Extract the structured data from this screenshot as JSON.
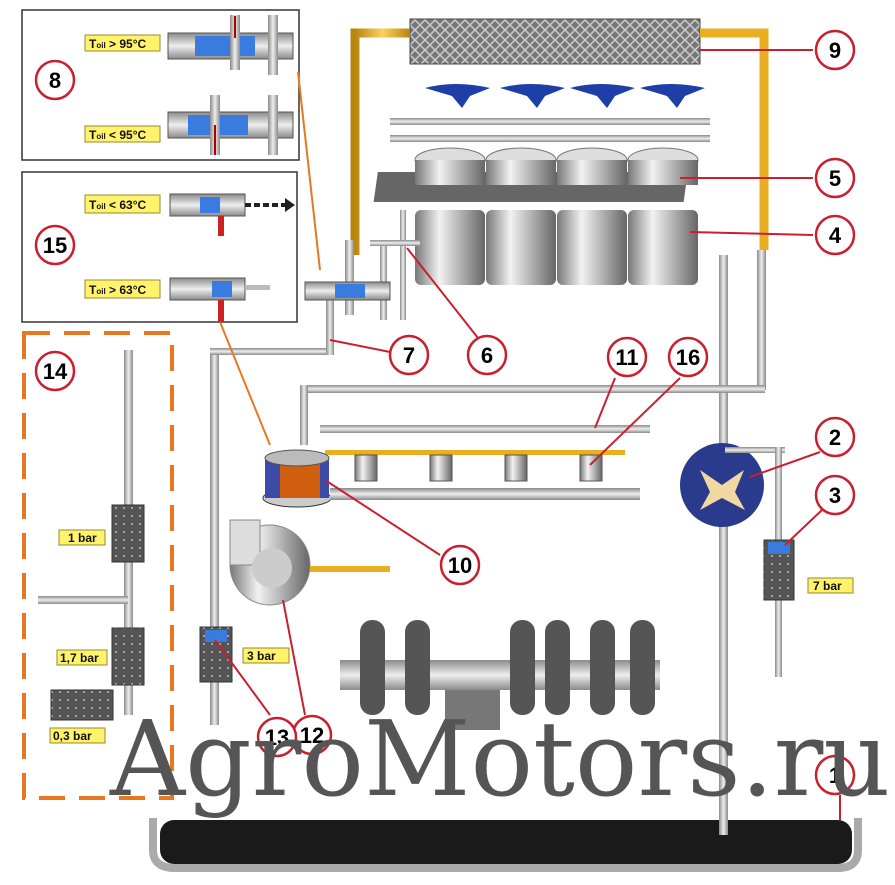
{
  "diagram": {
    "title": "Engine lubrication system",
    "watermark": "AgroMotors.ru",
    "callouts": [
      {
        "id": "callout-1",
        "label": "1"
      },
      {
        "id": "callout-2",
        "label": "2"
      },
      {
        "id": "callout-3",
        "label": "3"
      },
      {
        "id": "callout-4",
        "label": "4"
      },
      {
        "id": "callout-5",
        "label": "5"
      },
      {
        "id": "callout-6",
        "label": "6"
      },
      {
        "id": "callout-7",
        "label": "7"
      },
      {
        "id": "callout-8",
        "label": "8"
      },
      {
        "id": "callout-9",
        "label": "9"
      },
      {
        "id": "callout-10",
        "label": "10"
      },
      {
        "id": "callout-11",
        "label": "11"
      },
      {
        "id": "callout-12",
        "label": "12"
      },
      {
        "id": "callout-13",
        "label": "13"
      },
      {
        "id": "callout-14",
        "label": "14"
      },
      {
        "id": "callout-15",
        "label": "15"
      },
      {
        "id": "callout-16",
        "label": "16"
      }
    ],
    "thermostat_box": {
      "hot": {
        "t": "T",
        "sub": "oil",
        "cond": " > 95°C"
      },
      "cold": {
        "t": "T",
        "sub": "oil",
        "cond": " < 95°C"
      }
    },
    "valve_box": {
      "cold": {
        "t": "T",
        "sub": "oil",
        "cond": " < 63°C"
      },
      "hot": {
        "t": "T",
        "sub": "oil",
        "cond": " > 63°C"
      }
    },
    "pressures": {
      "p1": "1 bar",
      "p17": "1,7 bar",
      "p03": "0,3 bar",
      "p3": "3 bar",
      "p7": "7 bar"
    },
    "colors": {
      "callout_ring": "#c8202f",
      "label_bg": "#fff36b",
      "dashed_box": "#e87722",
      "pipe_hot": "#e8b020",
      "pump": "#2a3a8c"
    }
  }
}
